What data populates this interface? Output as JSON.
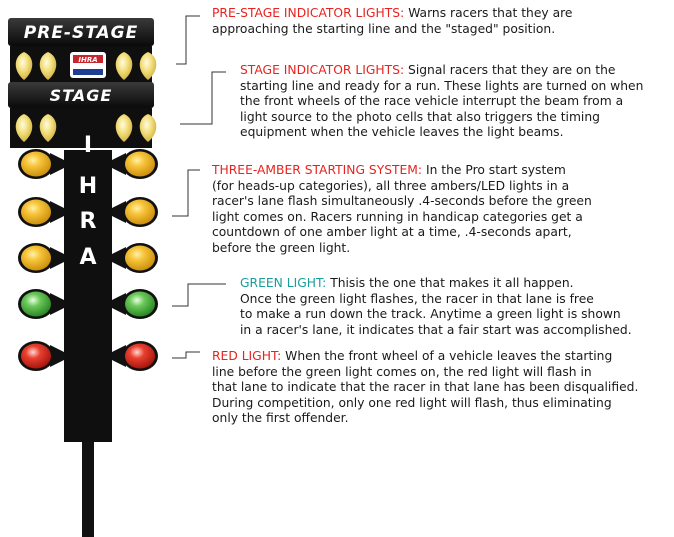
{
  "tree": {
    "prestage_label": "PRE-STAGE",
    "stage_label": "STAGE",
    "column_letters": [
      "I",
      "H",
      "R",
      "A"
    ],
    "logo_label": "IHRA"
  },
  "colors": {
    "heading_red": "#e8231f",
    "heading_teal": "#1a9e9b",
    "amber": "#f2b21c",
    "green": "#3aa83a",
    "red": "#d9221a",
    "bulb_yellow": "#f3e07a",
    "tree_black": "#0f0f0f"
  },
  "callouts": {
    "prestage": {
      "heading": "PRE-STAGE INDICATOR LIGHTS:",
      "lines": [
        "Warns racers that they are",
        "approaching the starting line and the \"staged\" position."
      ]
    },
    "stage": {
      "heading": "STAGE INDICATOR LIGHTS:",
      "lines": [
        "Signal racers that they are on the",
        "starting line and ready for a run. These lights are turned on when",
        "the front wheels of the race vehicle interrupt the beam from a",
        "light source to the photo cells that also triggers the timing",
        "equipment when the vehicle leaves the light beams."
      ]
    },
    "amber": {
      "heading": "THREE-AMBER STARTING SYSTEM:",
      "lines": [
        "In the Pro start system",
        "(for heads-up categories), all three ambers/LED lights in a",
        "racer's lane flash simultaneously .4-seconds before the green",
        "light comes on. Racers running in handicap categories get a",
        "countdown of one amber light at a time, .4-seconds apart,",
        "before the green light."
      ]
    },
    "green": {
      "heading": "GREEN LIGHT:",
      "lines": [
        "Thisis the one that makes it all happen.",
        "Once the green light flashes, the racer in that lane is free",
        "to make a run down the track. Anytime a green light is shown",
        "in a racer's lane, it indicates that a fair start was accomplished."
      ]
    },
    "red": {
      "heading": "RED LIGHT:",
      "lines": [
        "When the front wheel of a vehicle leaves the starting",
        "line before the green light comes on, the red light will flash in",
        "that lane to indicate that the racer in that lane has been disqualified.",
        "During competition, only one red light will flash, thus eliminating",
        "only the first offender."
      ]
    }
  }
}
